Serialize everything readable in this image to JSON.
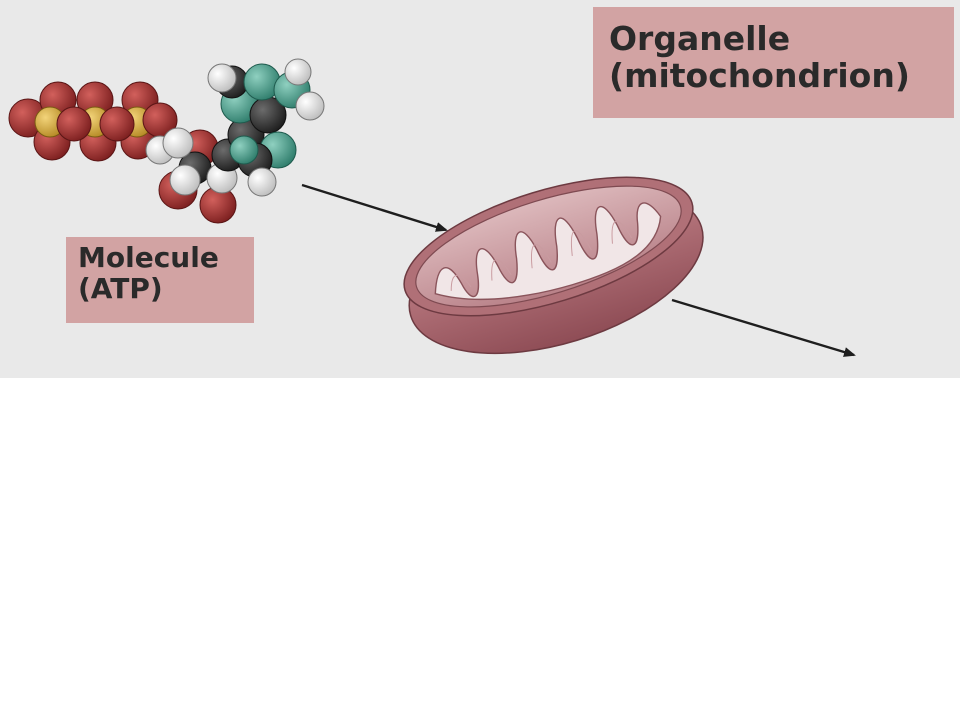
{
  "labels": {
    "organelle": {
      "line1": "Organelle",
      "line2": "(mitochondrion)"
    },
    "molecule": {
      "line1": "Molecule",
      "line2": "(ATP)"
    }
  },
  "colors": {
    "background": "#e9e9e9",
    "label_fill": "#d2a3a3",
    "oxygen_atom": "#a83232",
    "phosphorus_atom": "#d9b54a",
    "carbon_atom": "#3d3d3d",
    "hydrogen_atom": "#f2f2f2",
    "nitrogen_atom": "#4fa595",
    "mitochondrion": "#a8616b"
  }
}
